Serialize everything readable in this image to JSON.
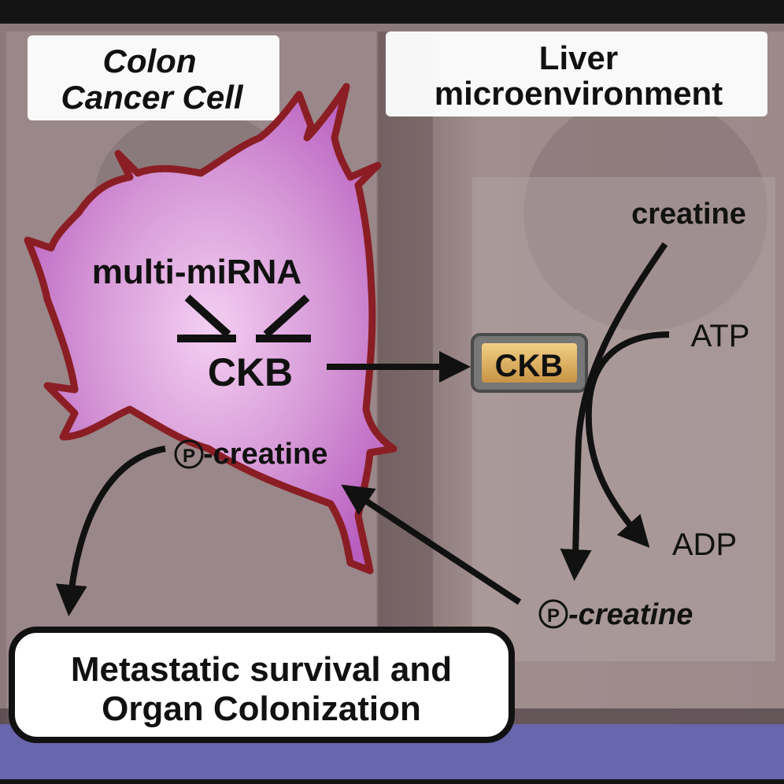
{
  "panels": {
    "left_title_line1": "Colon",
    "left_title_line2": "Cancer Cell",
    "right_title_line1": "Liver",
    "right_title_line2": "microenvironment"
  },
  "cell": {
    "mirna_label": "multi-miRNA",
    "ckb_label": "CKB",
    "p_symbol": "P",
    "pcreatine_label": "-creatine"
  },
  "extracellular": {
    "ckb_label": "CKB",
    "creatine_label": "creatine",
    "atp_label": "ATP",
    "adp_label": "ADP",
    "p_symbol": "P",
    "pcreatine_label": "-creatine"
  },
  "outcome": {
    "line1": "Metastatic survival and",
    "line2": "Organ Colonization"
  },
  "colors": {
    "cell_fill": "#c070c8",
    "cell_outline": "#8a1e24",
    "ckb_badge": "#e0b060",
    "background": "#8f7b7e",
    "bottom_strip": "#6a68b0"
  }
}
